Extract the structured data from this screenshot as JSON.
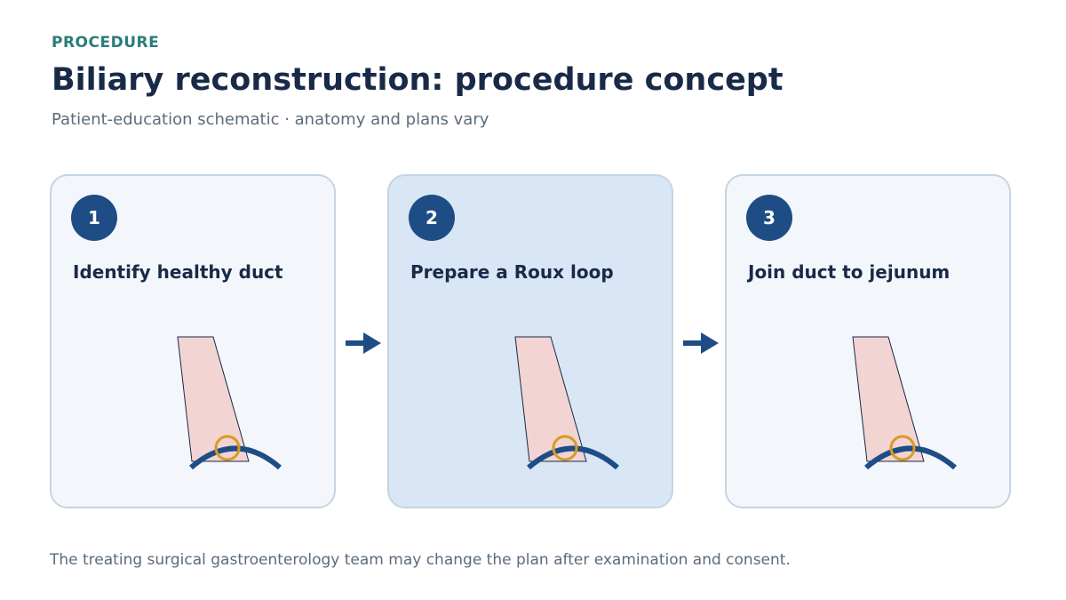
{
  "header": {
    "eyebrow": "PROCEDURE",
    "title": "Biliary reconstruction: procedure concept",
    "subtitle": "Patient-education schematic · anatomy and plans vary"
  },
  "steps": [
    {
      "number": "1",
      "label": "Identify healthy duct"
    },
    {
      "number": "2",
      "label": "Prepare a Roux loop"
    },
    {
      "number": "3",
      "label": "Join duct to jejunum"
    }
  ],
  "footer": {
    "note": "The treating surgical gastroenterology team may change the plan after examination and consent."
  },
  "colors": {
    "accent": "#2a7d78",
    "badge": "#1e4d86",
    "duct_fill": "#f2d4d3",
    "loop": "#1e4d86",
    "anastomosis_ring": "#d89a23",
    "card_active": "#d8e6f5"
  }
}
